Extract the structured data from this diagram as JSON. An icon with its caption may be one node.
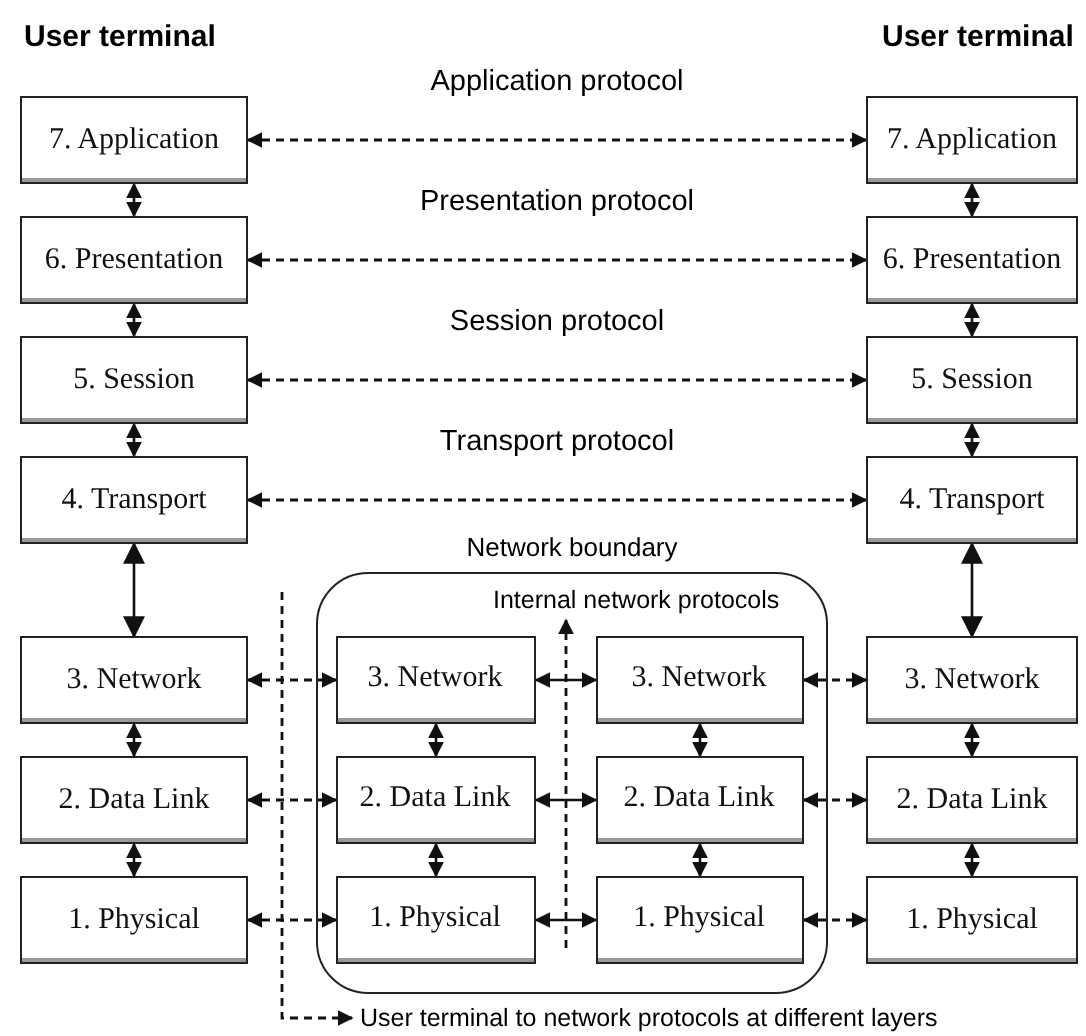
{
  "diagram": {
    "nodes": [
      {
        "text": [
          "7. Application"
        ]
      },
      {
        "text": [
          "6. Presentation"
        ]
      },
      {
        "text": [
          "5. Session"
        ]
      },
      {
        "text": [
          "4. Transport"
        ]
      },
      {
        "text": [
          "3. Network"
        ]
      },
      {
        "text": [
          "2. Data Link"
        ]
      },
      {
        "text": [
          "1. Physical"
        ]
      },
      {
        "text": [
          "7. Application"
        ]
      },
      {
        "text": [
          "6. Presentation"
        ]
      },
      {
        "text": [
          "5. Session"
        ]
      },
      {
        "text": [
          "4. Transport"
        ]
      },
      {
        "text": [
          "3. Network"
        ]
      },
      {
        "text": [
          "2. Data Link"
        ]
      },
      {
        "text": [
          "1. Physical"
        ]
      },
      {
        "text": [
          "Network boundary"
        ]
      },
      {
        "text": [
          "3. Network"
        ],
        "in": 14
      },
      {
        "text": [
          "2. Data Link"
        ],
        "in": 14
      },
      {
        "text": [
          "1. Physical"
        ],
        "in": 14
      },
      {
        "text": [
          "3. Network"
        ],
        "in": 14
      },
      {
        "text": [
          "2. Data Link"
        ],
        "in": 14
      },
      {
        "text": [
          "1. Physical"
        ],
        "in": 14
      },
      {
        "text": [
          "User terminal to network protocols at different layers"
        ]
      },
      {
        "text": [
          "Internal network protocols"
        ],
        "in": 14
      }
    ],
    "edges": [
      {
        "from": 0,
        "to": 7,
        "arrow": "both",
        "label": "Application protocol",
        "style": "dashed"
      },
      {
        "from": 1,
        "to": 8,
        "arrow": "both",
        "label": "Presentation protocol",
        "style": "dashed"
      },
      {
        "from": 2,
        "to": 9,
        "arrow": "both",
        "label": "Session protocol",
        "style": "dashed"
      },
      {
        "from": 3,
        "to": 10,
        "arrow": "both",
        "label": "Transport protocol",
        "style": "dashed"
      },
      {
        "from": 0,
        "to": 1,
        "arrow": "both"
      },
      {
        "from": 1,
        "to": 2,
        "arrow": "both"
      },
      {
        "from": 2,
        "to": 3,
        "arrow": "both"
      },
      {
        "from": 3,
        "to": 4,
        "arrow": "both"
      },
      {
        "from": 4,
        "to": 5,
        "arrow": "both"
      },
      {
        "from": 5,
        "to": 6,
        "arrow": "both"
      },
      {
        "from": 7,
        "to": 8,
        "arrow": "both"
      },
      {
        "from": 8,
        "to": 9,
        "arrow": "both"
      },
      {
        "from": 9,
        "to": 10,
        "arrow": "both"
      },
      {
        "from": 10,
        "to": 11,
        "arrow": "both"
      },
      {
        "from": 11,
        "to": 12,
        "arrow": "both"
      },
      {
        "from": 12,
        "to": 13,
        "arrow": "both"
      },
      {
        "from": 15,
        "to": 16,
        "arrow": "both"
      },
      {
        "from": 16,
        "to": 17,
        "arrow": "both"
      },
      {
        "from": 18,
        "to": 19,
        "arrow": "both"
      },
      {
        "from": 19,
        "to": 20,
        "arrow": "both"
      },
      {
        "from": 4,
        "to": 15,
        "arrow": "both",
        "style": "dashed"
      },
      {
        "from": 5,
        "to": 16,
        "arrow": "both",
        "style": "dashed"
      },
      {
        "from": 6,
        "to": 17,
        "arrow": "both",
        "style": "dashed"
      },
      {
        "from": 15,
        "to": 18,
        "arrow": "both"
      },
      {
        "from": 16,
        "to": 19,
        "arrow": "both"
      },
      {
        "from": 17,
        "to": 20,
        "arrow": "both"
      },
      {
        "from": 18,
        "to": 11,
        "arrow": "both",
        "style": "dashed"
      },
      {
        "from": 19,
        "to": 12,
        "arrow": "both",
        "style": "dashed"
      },
      {
        "from": 20,
        "to": 13,
        "arrow": "both",
        "style": "dashed"
      },
      {
        "from": null,
        "to": 21,
        "arrow": "to",
        "style": "dashed"
      },
      {
        "from": null,
        "to": 22,
        "arrow": "to",
        "style": "dashed"
      }
    ],
    "labels": [
      "User terminal",
      "User terminal"
    ]
  }
}
